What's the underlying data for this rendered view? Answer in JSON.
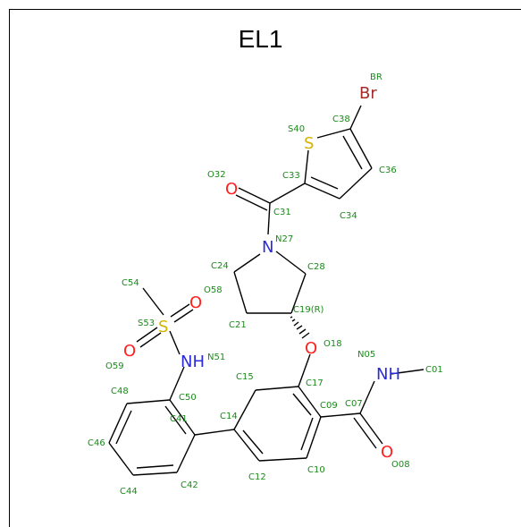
{
  "title": "EL1",
  "colors": {
    "carbon": "#000000",
    "oxygen": "#ff2020",
    "nitrogen": "#2b2bd9",
    "sulfur": "#d4b400",
    "bromine": "#a52a2a",
    "label": "#1a8a1a"
  },
  "atom_symbols": {
    "br": "Br",
    "s_thio": "S",
    "o_carbonyl1": "O",
    "n_ring": "N",
    "o_ether": "O",
    "s_sulfonyl": "S",
    "o_s1": "O",
    "o_s2": "O",
    "nh_sulf": "NH",
    "nh_amide": "NH",
    "o_amide": "O"
  },
  "atom_labels": {
    "br": "BR",
    "c38": "C38",
    "s40": "S40",
    "c36": "C36",
    "c33": "C33",
    "c34": "C34",
    "o32": "O32",
    "c31": "C31",
    "n27": "N27",
    "c24": "C24",
    "c28": "C28",
    "c21": "C21",
    "c19": "C19(R)",
    "o18": "O18",
    "c54": "C54",
    "o58": "O58",
    "s53": "S53",
    "n51": "N51",
    "o59": "O59",
    "n05": "N05",
    "c01": "C01",
    "c15": "C15",
    "c17": "C17",
    "c48": "C48",
    "c50": "C50",
    "c09": "C09",
    "c07": "C07",
    "c14": "C14",
    "c41": "C41",
    "c46": "C46",
    "c12": "C12",
    "c10": "C10",
    "o08": "O08",
    "c44": "C44",
    "c42": "C42"
  }
}
